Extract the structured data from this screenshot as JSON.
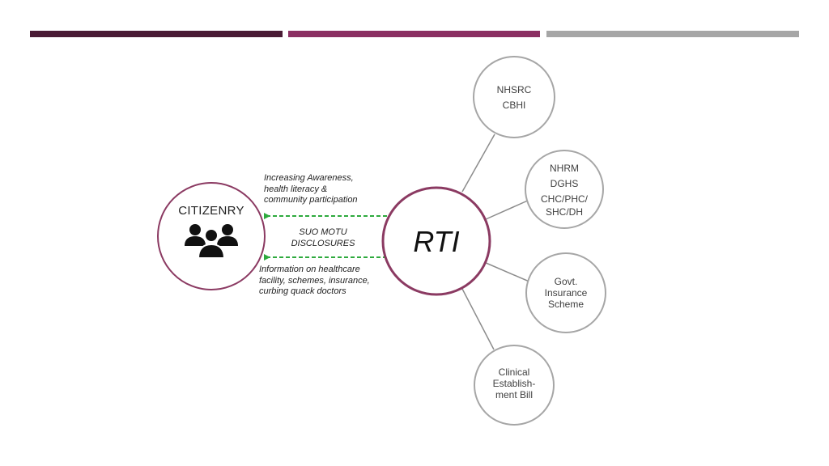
{
  "colors": {
    "bar_dark": "#4a1b35",
    "bar_magenta": "#8b2f62",
    "bar_gray": "#a6a6a6",
    "circle_accent": "#8b3a62",
    "circle_gray": "#a6a6a6",
    "arrow_green": "#2eaa3e"
  },
  "center": {
    "label": "RTI"
  },
  "citizenry": {
    "title": "CITIZENRY",
    "icon": "people-group-icon"
  },
  "nodes": [
    {
      "lines": [
        "NHSRC",
        "CBHI"
      ]
    },
    {
      "lines": [
        "NHRM",
        "DGHS",
        "CHC/PHC/",
        "SHC/DH"
      ]
    },
    {
      "lines": [
        "Govt.",
        "Insurance",
        "Scheme"
      ]
    },
    {
      "lines": [
        "Clinical",
        "Establish-",
        "ment Bill"
      ]
    }
  ],
  "annotations": {
    "top": [
      "Increasing Awareness,",
      "health literacy &",
      "community participation"
    ],
    "middle": [
      "SUO MOTU",
      "DISCLOSURES"
    ],
    "bottom": [
      "Information on healthcare",
      "facility, schemes, insurance,",
      "curbing quack doctors"
    ]
  }
}
